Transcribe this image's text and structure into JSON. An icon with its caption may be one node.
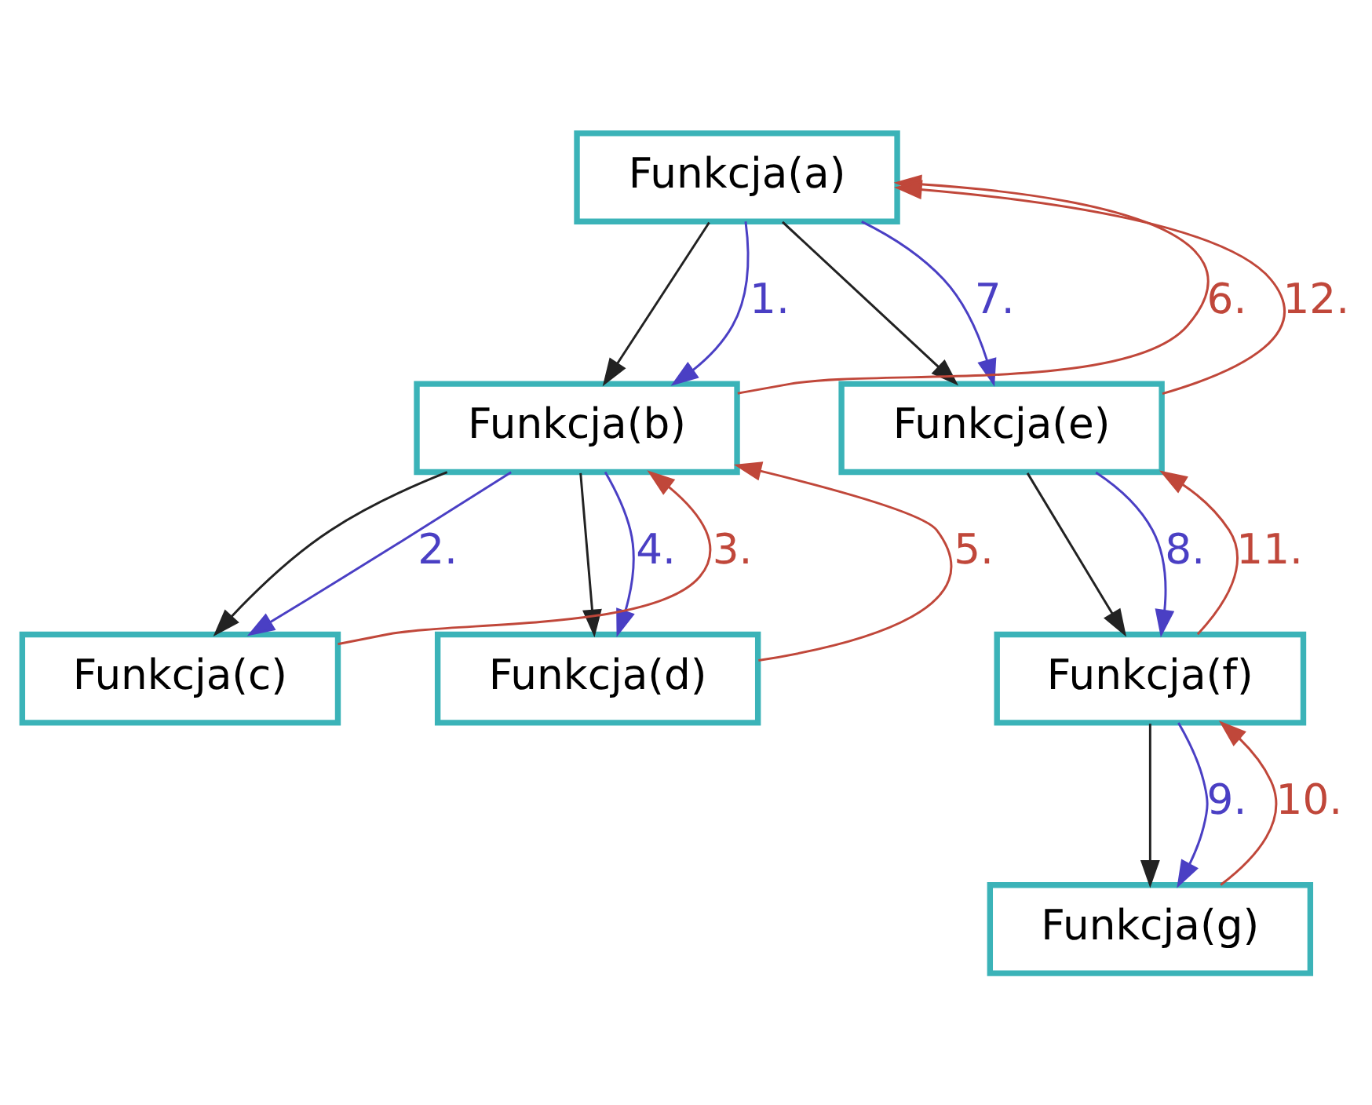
{
  "diagram": {
    "nodes": [
      {
        "text": [
          "Funkcja(a)"
        ]
      },
      {
        "text": [
          "Funkcja(b)"
        ]
      },
      {
        "text": [
          "Funkcja(e)"
        ]
      },
      {
        "text": [
          "Funkcja(c)"
        ]
      },
      {
        "text": [
          "Funkcja(d)"
        ]
      },
      {
        "text": [
          "Funkcja(f)"
        ]
      },
      {
        "text": [
          "Funkcja(g)"
        ]
      }
    ],
    "edges": [
      {
        "from": 0,
        "to": 1,
        "arrow": "to"
      },
      {
        "from": 0,
        "to": 2,
        "arrow": "to"
      },
      {
        "from": 1,
        "to": 3,
        "arrow": "to"
      },
      {
        "from": 1,
        "to": 4,
        "arrow": "to"
      },
      {
        "from": 2,
        "to": 5,
        "arrow": "to"
      },
      {
        "from": 5,
        "to": 6,
        "arrow": "to"
      },
      {
        "from": 0,
        "to": 1,
        "arrow": "to",
        "label": "1.",
        "color": "#4a3fc4"
      },
      {
        "from": 1,
        "to": 3,
        "arrow": "to",
        "label": "2.",
        "color": "#4a3fc4"
      },
      {
        "from": 3,
        "to": 1,
        "arrow": "to",
        "label": "3.",
        "color": "#c0473a"
      },
      {
        "from": 1,
        "to": 4,
        "arrow": "to",
        "label": "4.",
        "color": "#4a3fc4"
      },
      {
        "from": 4,
        "to": 1,
        "arrow": "to",
        "label": "5.",
        "color": "#c0473a"
      },
      {
        "from": 1,
        "to": 0,
        "arrow": "to",
        "label": "6.",
        "color": "#c0473a"
      },
      {
        "from": 0,
        "to": 2,
        "arrow": "to",
        "label": "7.",
        "color": "#4a3fc4"
      },
      {
        "from": 2,
        "to": 5,
        "arrow": "to",
        "label": "8.",
        "color": "#4a3fc4"
      },
      {
        "from": 5,
        "to": 6,
        "arrow": "to",
        "label": "9.",
        "color": "#4a3fc4"
      },
      {
        "from": 6,
        "to": 5,
        "arrow": "to",
        "label": "10.",
        "color": "#c0473a"
      },
      {
        "from": 5,
        "to": 2,
        "arrow": "to",
        "label": "11.",
        "color": "#c0473a"
      },
      {
        "from": 2,
        "to": 0,
        "arrow": "to",
        "label": "12.",
        "color": "#c0473a"
      }
    ]
  }
}
